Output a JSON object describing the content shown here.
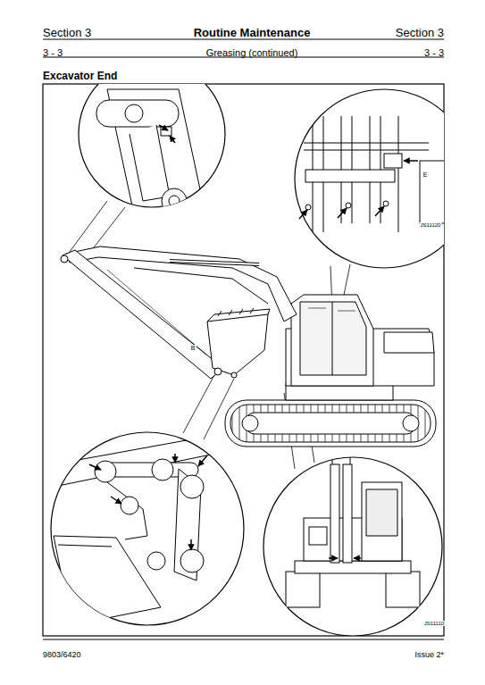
{
  "diagram": {
    "title": "Excavator End",
    "labels": [
      "Section 3",
      "Routine Maintenance",
      "Section 3",
      "3 - 3",
      "Greasing (continued)",
      "3 - 3",
      "JS11120",
      "E",
      "B",
      "JS11110",
      "9803/6420",
      "Issue 2*"
    ]
  }
}
